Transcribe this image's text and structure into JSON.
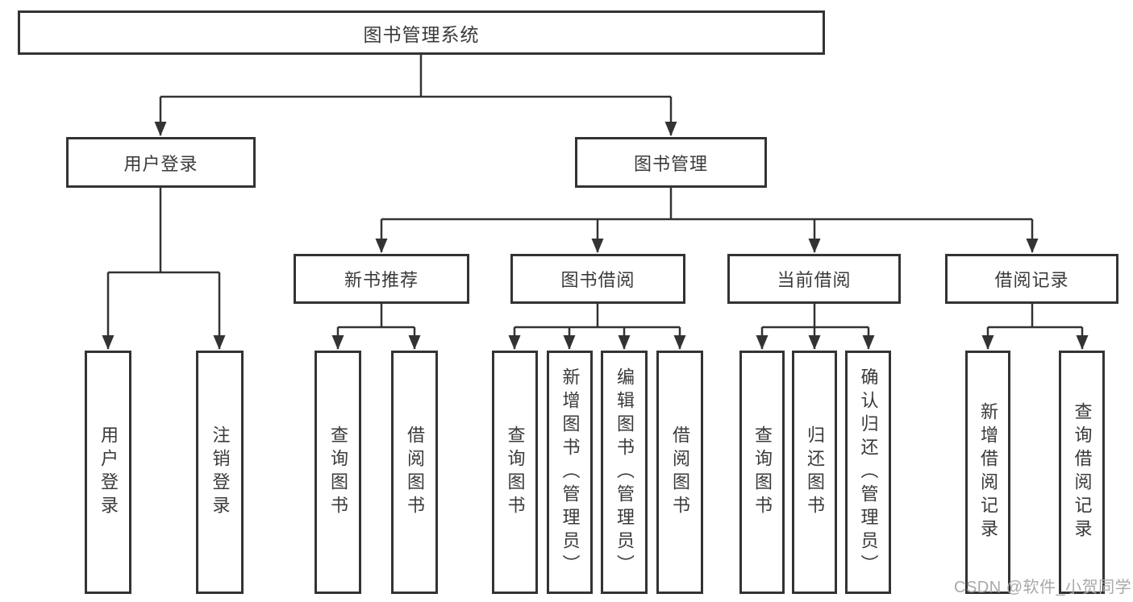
{
  "tree": {
    "root": "图书管理系统",
    "branches": [
      {
        "label": "用户登录",
        "children": [
          "用户登录",
          "注销登录"
        ]
      },
      {
        "label": "图书管理",
        "children": [
          {
            "label": "新书推荐",
            "children": [
              "查询图书",
              "借阅图书"
            ]
          },
          {
            "label": "图书借阅",
            "children": [
              "查询图书",
              "新增图书（管理员）",
              "编辑图书（管理员）",
              "借阅图书"
            ]
          },
          {
            "label": "当前借阅",
            "children": [
              "查询图书",
              "归还图书",
              "确认归还（管理员）"
            ]
          },
          {
            "label": "借阅记录",
            "children": [
              "新增借阅记录",
              "查询借阅记录"
            ]
          }
        ]
      }
    ]
  },
  "watermark": {
    "text": "CSDN @软件_小贺同学"
  },
  "colors": {
    "line": "#333333",
    "box_border": "#333333",
    "text": "#3a3a3a",
    "watermark": "#a9a9a9",
    "background": "#ffffff"
  }
}
